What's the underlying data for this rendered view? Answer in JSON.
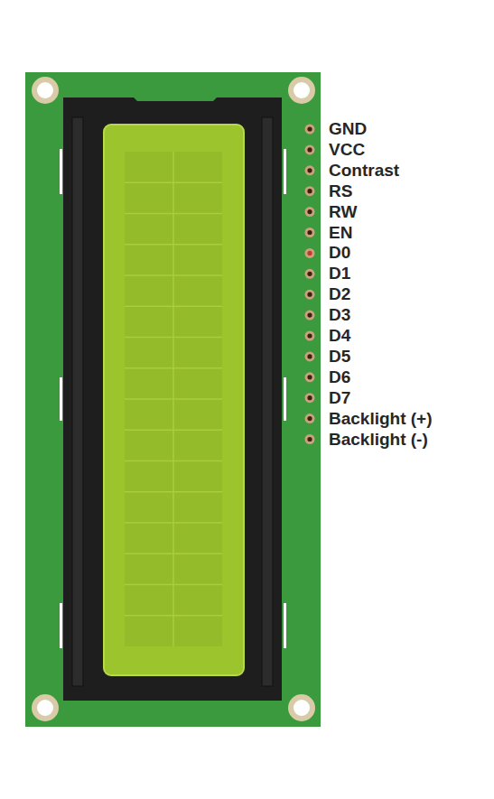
{
  "diagram": {
    "labels": [
      "GND",
      "VCC",
      "Contrast",
      "RS",
      "RW",
      "EN",
      "D0",
      "D1",
      "D2",
      "D3",
      "D4",
      "D5",
      "D6",
      "D7",
      "Backlight (+)",
      "Backlight (-)"
    ]
  }
}
